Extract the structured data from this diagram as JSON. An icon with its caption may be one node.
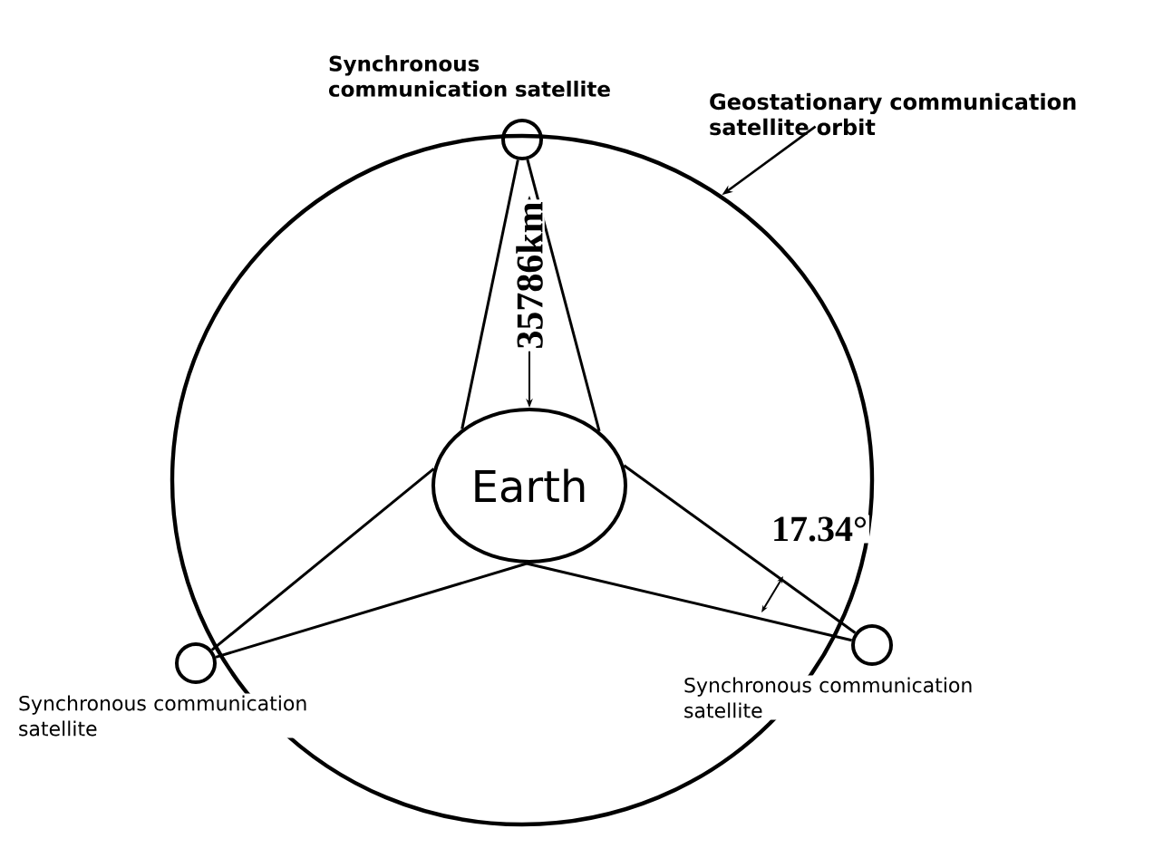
{
  "diagram": {
    "nodes": [
      {
        "text": [],
        "shape": "circle"
      },
      {
        "text": [],
        "shape": "circle",
        "beside": [
          "Synchronous communication satellite"
        ]
      },
      {
        "text": [
          "Geostationary communication satellite orbit"
        ]
      },
      {
        "text": [
          "Earth"
        ],
        "in": 0
      },
      {
        "text": [],
        "shape": "circle",
        "beside": [
          "Synchronous communication satellite"
        ]
      },
      {
        "text": [],
        "shape": "circle",
        "beside": [
          "Synchronous communication satellite"
        ]
      }
    ],
    "edges": [
      {
        "from": 1,
        "to": 3,
        "arrow": "none"
      },
      {
        "from": 1,
        "to": 3,
        "arrow": "none"
      },
      {
        "from": 4,
        "to": 3,
        "arrow": "none"
      },
      {
        "from": 4,
        "to": 3,
        "arrow": "none"
      },
      {
        "from": 5,
        "to": 3,
        "arrow": "none"
      },
      {
        "from": 5,
        "to": 3,
        "arrow": "none"
      },
      {
        "from": 2,
        "to": 0,
        "arrow": "to"
      }
    ],
    "labels": [
      "35786km",
      "17.34°"
    ]
  }
}
